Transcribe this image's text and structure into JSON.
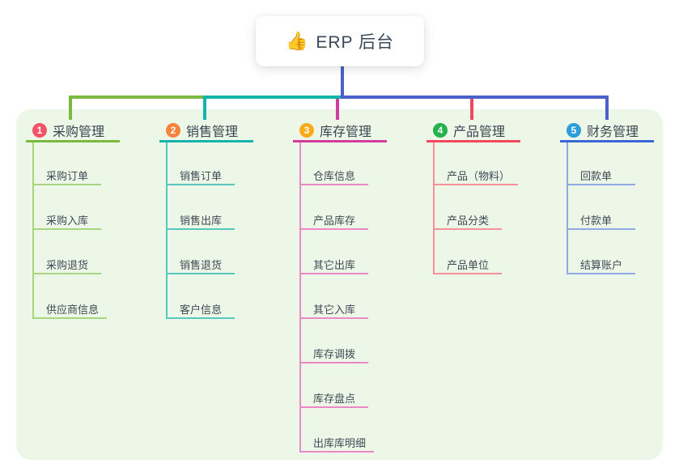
{
  "root": {
    "icon": "👍",
    "title": "ERP 后台"
  },
  "branches": [
    {
      "num": "1",
      "label": "采购管理",
      "color": "#7cb93f",
      "badge_color": "#f4536a",
      "children": [
        "采购订单",
        "采购入库",
        "采购退货",
        "供应商信息"
      ]
    },
    {
      "num": "2",
      "label": "销售管理",
      "color": "#14b3ab",
      "badge_color": "#f8833c",
      "children": [
        "销售订单",
        "销售出库",
        "销售退货",
        "客户信息"
      ]
    },
    {
      "num": "3",
      "label": "库存管理",
      "color": "#d33c9e",
      "badge_color": "#fbab1a",
      "children": [
        "仓库信息",
        "产品库存",
        "其它出库",
        "其它入库",
        "库存调拨",
        "库存盘点",
        "出库库明细"
      ]
    },
    {
      "num": "4",
      "label": "产品管理",
      "color": "#f1485b",
      "badge_color": "#23b24b",
      "children": [
        "产品（物料）",
        "产品分类",
        "产品单位"
      ]
    },
    {
      "num": "5",
      "label": "财务管理",
      "color": "#3a66d6",
      "badge_color": "#2b9dd8",
      "children": [
        "回款单",
        "付款单",
        "结算账户"
      ]
    }
  ],
  "colors": {
    "panel_background": "#ecf7e8",
    "root_connector": "#4b61c9",
    "text": "#3b4551"
  }
}
